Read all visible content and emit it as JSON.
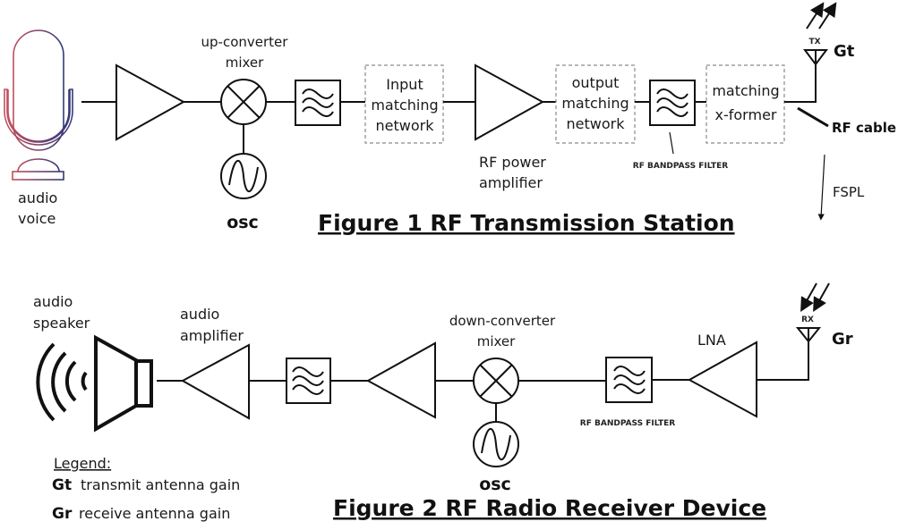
{
  "figure1": {
    "title": "Figure 1 RF Transmission Station",
    "mic_label_line1": "audio",
    "mic_label_line2": "voice",
    "mixer_label_line1": "up-converter",
    "mixer_label_line2": "mixer",
    "osc_label": "osc",
    "input_match_line1": "Input",
    "input_match_line2": "matching",
    "input_match_line3": "network",
    "pa_label_line1": "RF power",
    "pa_label_line2": "amplifier",
    "output_match_line1": "output",
    "output_match_line2": "matching",
    "output_match_line3": "network",
    "bpf_label": "RF BANDPASS FILTER",
    "xformer_line1": "matching",
    "xformer_line2": "x-former",
    "antenna_tag": "TX",
    "antenna_gain": "Gt",
    "cable_label": "RF cable",
    "fspl_label": "FSPL"
  },
  "figure2": {
    "title": "Figure 2 RF Radio Receiver Device",
    "speaker_label_line1": "audio",
    "speaker_label_line2": "speaker",
    "audio_amp_line1": "audio",
    "audio_amp_line2": "amplifier",
    "mixer_label_line1": "down-converter",
    "mixer_label_line2": "mixer",
    "osc_label": "osc",
    "bpf_label": "RF BANDPASS FILTER",
    "lna_label": "LNA",
    "antenna_tag": "RX",
    "antenna_gain": "Gr"
  },
  "legend": {
    "heading": "Legend:",
    "items": [
      {
        "symbol": "Gt",
        "text": "transmit antenna gain"
      },
      {
        "symbol": "Gr",
        "text": "receive antenna gain"
      }
    ]
  },
  "colors": {
    "mic_left": "#b04a5a",
    "mic_right": "#3a3f7a",
    "line": "#111111",
    "dashed_box": "#8a8a8a"
  }
}
